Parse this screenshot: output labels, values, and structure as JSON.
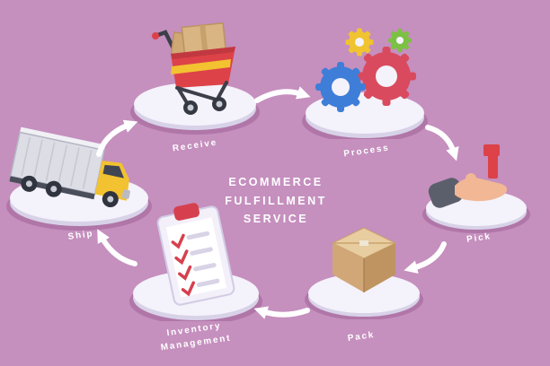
{
  "illustration": {
    "background_color": "#c58fbe",
    "title_lines": [
      "ECOMMERCE",
      "FULFILLMENT",
      "SERVICE"
    ],
    "title_color": "#ffffff",
    "label_color": "#ffffff",
    "stages": [
      {
        "id": "receive",
        "label": "Receive",
        "icon": "shopping-cart-icon"
      },
      {
        "id": "process",
        "label": "Process",
        "icon": "gears-icon"
      },
      {
        "id": "pick",
        "label": "Pick",
        "icon": "hand-picking-item-icon"
      },
      {
        "id": "pack",
        "label": "Pack",
        "icon": "cardboard-box-icon"
      },
      {
        "id": "inventory",
        "label": "Inventory Management",
        "icon": "checklist-clipboard-icon"
      },
      {
        "id": "ship",
        "label": "Ship",
        "icon": "delivery-truck-icon"
      }
    ],
    "arrows": [
      {
        "from": "Receive",
        "to": "Process"
      },
      {
        "from": "Process",
        "to": "Pick"
      },
      {
        "from": "Pick",
        "to": "Pack"
      },
      {
        "from": "Pack",
        "to": "Inventory Management"
      },
      {
        "from": "Inventory Management",
        "to": "Ship"
      },
      {
        "from": "Ship",
        "to": "Receive"
      }
    ],
    "colors": {
      "arrow": "#ffffff",
      "platform_top": "#f4f2fa",
      "platform_side": "#d8d2e8",
      "cart_red": "#dd4249",
      "stripe_yellow": "#f2c230",
      "cardboard": "#d9b584",
      "gear_blue": "#3e7ed8",
      "gear_red": "#d94a5e",
      "gear_yellow": "#f0c330",
      "gear_green": "#7cc143",
      "hand_skin": "#f2b794",
      "sleeve_grey": "#5b5f6b",
      "clip_red": "#d6404e",
      "truck_grey": "#dcdde5",
      "cab_yellow": "#f2c230"
    }
  }
}
